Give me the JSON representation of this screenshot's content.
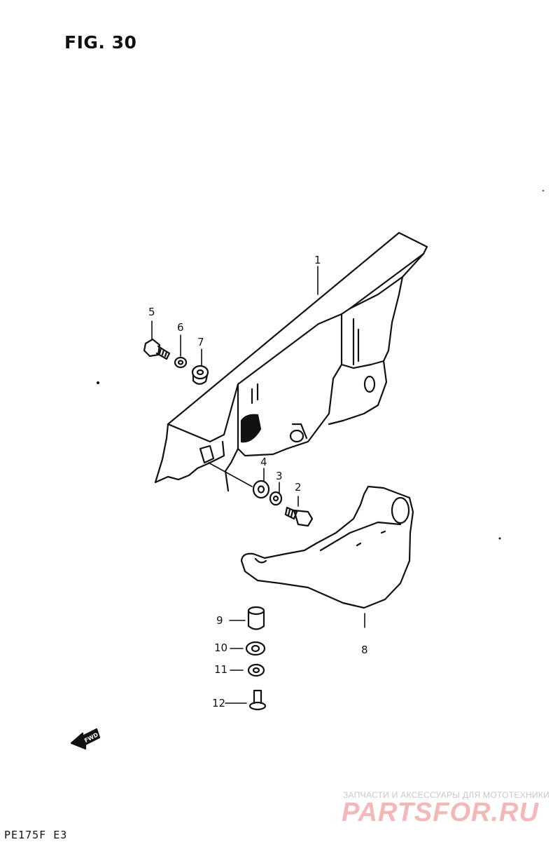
{
  "figure": {
    "title": "FIG. 30"
  },
  "callouts": [
    {
      "id": "1",
      "text": "1"
    },
    {
      "id": "2",
      "text": "2"
    },
    {
      "id": "3",
      "text": "3"
    },
    {
      "id": "4",
      "text": "4"
    },
    {
      "id": "5",
      "text": "5"
    },
    {
      "id": "6",
      "text": "6"
    },
    {
      "id": "7",
      "text": "7"
    },
    {
      "id": "8",
      "text": "8"
    },
    {
      "id": "9",
      "text": "9"
    },
    {
      "id": "10",
      "text": "10"
    },
    {
      "id": "11",
      "text": "11"
    },
    {
      "id": "12",
      "text": "12"
    }
  ],
  "fwd_arrow": {
    "text": "FWD"
  },
  "model_code": "PE175F E3",
  "watermark": {
    "tagline": "ЗАПЧАСТИ И АКСЕССУАРЫ ДЛЯ МОТОТЕХНИКИ",
    "brand": "PARTSFOR.RU"
  },
  "colors": {
    "line": "#111111",
    "watermark": "#f3b8b8",
    "watermark_text": "#c8c8c8"
  }
}
